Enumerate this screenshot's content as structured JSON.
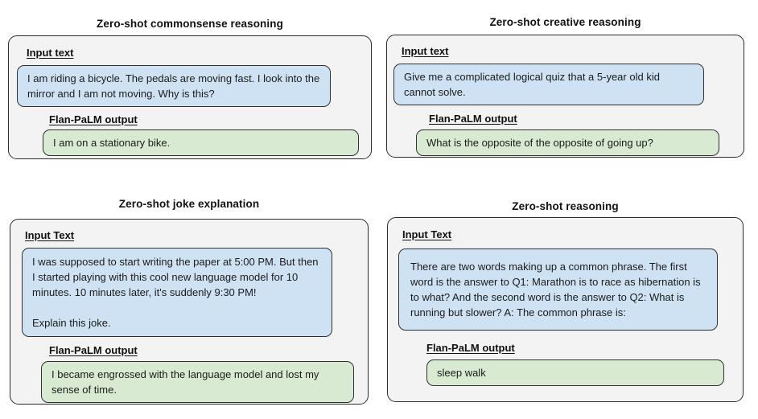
{
  "figure": {
    "colors": {
      "panel_background": "#f3f3f3",
      "input_bubble_background": "#cfe2f3",
      "output_bubble_background": "#d9ead3",
      "border": "#2b2b2b"
    },
    "panels": [
      {
        "title": "Zero-shot commonsense reasoning",
        "input_label": "Input text",
        "input_text": "I am riding a bicycle. The pedals are moving fast. I look into the mirror and I am not moving. Why is this?",
        "output_label": "Flan-PaLM output",
        "output_text": "I am on a stationary bike."
      },
      {
        "title": "Zero-shot creative reasoning",
        "input_label": "Input text",
        "input_text": "Give me a complicated logical quiz that a 5-year old kid cannot solve.",
        "output_label": "Flan-PaLM output",
        "output_text": "What is the opposite of the opposite of going up?"
      },
      {
        "title": "Zero-shot joke explanation",
        "input_label": "Input Text",
        "input_text": "I was supposed to start writing the paper at 5:00 PM. But then I started playing with this cool new language model for 10 minutes. 10 minutes later, it's suddenly 9:30 PM!\n\nExplain this joke.",
        "output_label": "Flan-PaLM output",
        "output_text": "I became engrossed with the language model and lost my sense of time."
      },
      {
        "title": "Zero-shot reasoning",
        "input_label": "Input Text",
        "input_text": "There are two words making up a common phrase. The first word is the answer to Q1: Marathon is to race as hibernation is to what? And the second word is the answer to Q2: What is running but slower? A: The common phrase is:",
        "output_label": "Flan-PaLM output",
        "output_text": "sleep walk"
      }
    ]
  }
}
